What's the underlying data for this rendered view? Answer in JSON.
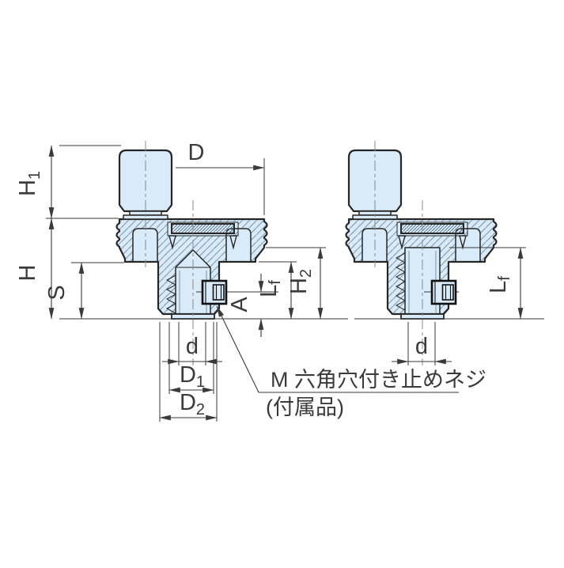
{
  "drawing": {
    "note": {
      "line1": "M 六角穴付き止めネジ",
      "line2": "(付属品)"
    },
    "labels": {
      "D": "D",
      "H": "H",
      "S": "S",
      "A": "A",
      "d": "d",
      "H1_main": "H",
      "H1_sub": "1",
      "H2_main": "H",
      "H2_sub": "2",
      "D1_main": "D",
      "D1_sub": "1",
      "D2_main": "D",
      "D2_sub": "2",
      "Lf_main": "L",
      "Lf_sub": "f",
      "d_right": "d",
      "Lf_right_main": "L",
      "Lf_right_sub": "f"
    },
    "colors": {
      "background": "#ffffff",
      "part_fill": "#d9eaf8",
      "hatch_line": "#7d93a8",
      "outline": "#262626",
      "dim_line": "#3a3a3a",
      "centerline": "#8a8a8a",
      "screw_line": "#111111"
    }
  }
}
